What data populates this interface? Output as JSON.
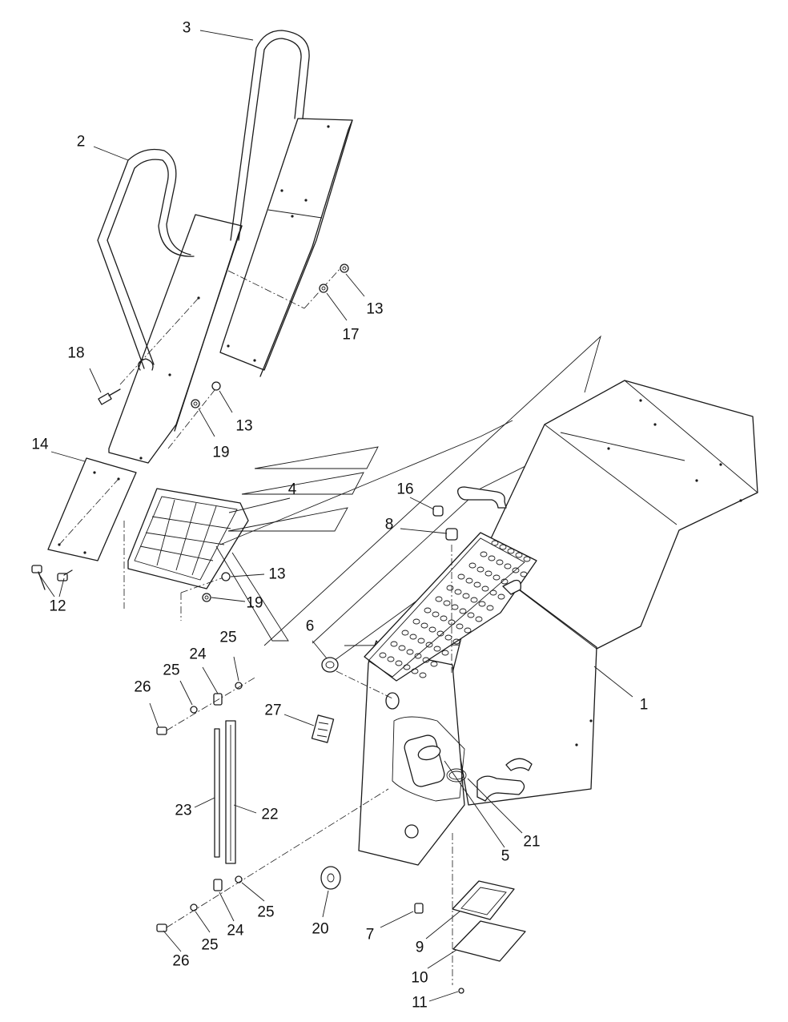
{
  "diagram": {
    "callouts": [
      {
        "id": "c3",
        "label": "3"
      },
      {
        "id": "c2",
        "label": "2"
      },
      {
        "id": "c13a",
        "label": "13"
      },
      {
        "id": "c17",
        "label": "17"
      },
      {
        "id": "c18",
        "label": "18"
      },
      {
        "id": "c13b",
        "label": "13"
      },
      {
        "id": "c19a",
        "label": "19"
      },
      {
        "id": "c14",
        "label": "14"
      },
      {
        "id": "c4",
        "label": "4"
      },
      {
        "id": "c16",
        "label": "16"
      },
      {
        "id": "c8",
        "label": "8"
      },
      {
        "id": "c12",
        "label": "12"
      },
      {
        "id": "c13c",
        "label": "13"
      },
      {
        "id": "c19b",
        "label": "19"
      },
      {
        "id": "c6",
        "label": "6"
      },
      {
        "id": "c25a",
        "label": "25"
      },
      {
        "id": "c24a",
        "label": "24"
      },
      {
        "id": "c25b",
        "label": "25"
      },
      {
        "id": "c26a",
        "label": "26"
      },
      {
        "id": "c27",
        "label": "27"
      },
      {
        "id": "c1",
        "label": "1"
      },
      {
        "id": "c23",
        "label": "23"
      },
      {
        "id": "c22",
        "label": "22"
      },
      {
        "id": "c21",
        "label": "21"
      },
      {
        "id": "c5",
        "label": "5"
      },
      {
        "id": "c25c",
        "label": "25"
      },
      {
        "id": "c20",
        "label": "20"
      },
      {
        "id": "c7",
        "label": "7"
      },
      {
        "id": "c9",
        "label": "9"
      },
      {
        "id": "c24b",
        "label": "24"
      },
      {
        "id": "c25d",
        "label": "25"
      },
      {
        "id": "c26b",
        "label": "26"
      },
      {
        "id": "c10",
        "label": "10"
      },
      {
        "id": "c11",
        "label": "11"
      }
    ]
  }
}
